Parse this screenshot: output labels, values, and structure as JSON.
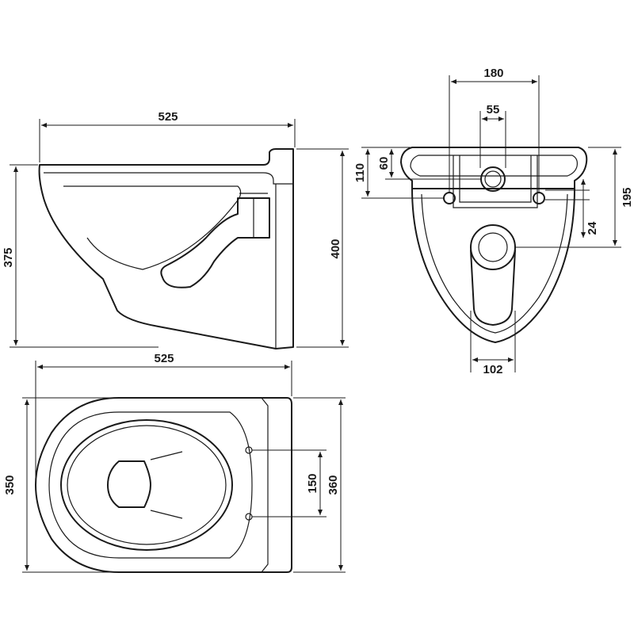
{
  "side_view": {
    "width_label": "525",
    "height_label": "375",
    "total_height_label": "400"
  },
  "rear_view": {
    "width_label": "180",
    "center_width_label": "55",
    "height_label": "60",
    "height_outer_label": "110",
    "total_height_label": "195",
    "small_height_label": "24",
    "outlet_label": "102"
  },
  "top_view": {
    "width_label": "525",
    "depth_label": "350",
    "hole_spacing_label": "150",
    "total_depth_label": "360"
  }
}
